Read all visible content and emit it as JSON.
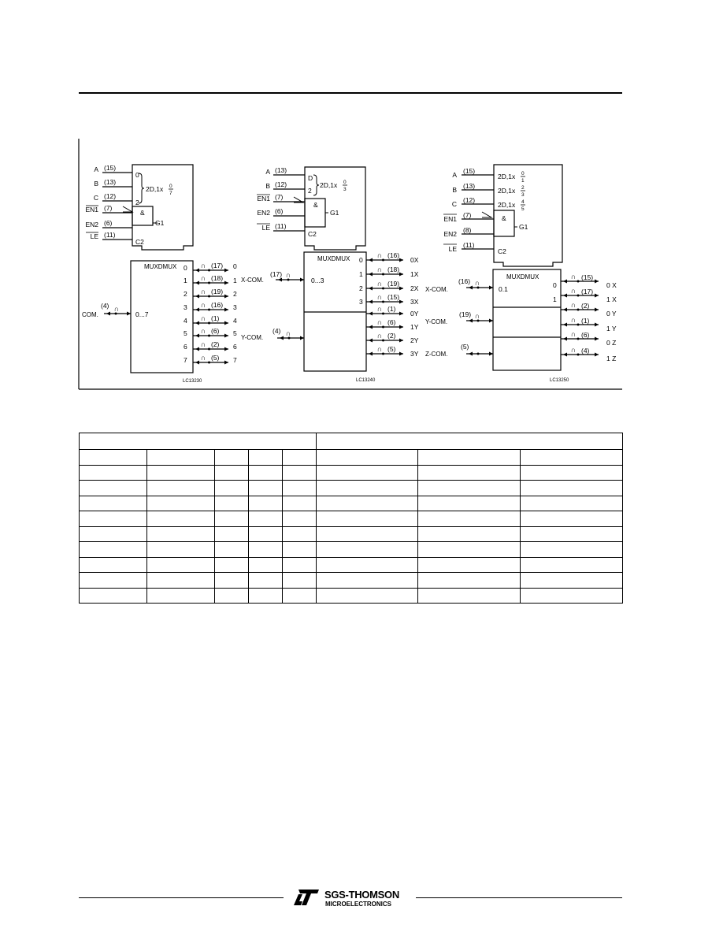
{
  "diagram1": {
    "inputs": [
      {
        "label": "A",
        "pin": "(15)"
      },
      {
        "label": "B",
        "pin": "(13)"
      },
      {
        "label": "C",
        "pin": "(12)"
      },
      {
        "label": "EN1",
        "pin": "(7)"
      },
      {
        "label": "EN2",
        "pin": "(6)"
      },
      {
        "label": "LE",
        "pin": "(11)"
      }
    ],
    "ctrl": [
      "0",
      "2",
      "2D,1x",
      "0",
      "7",
      "&",
      "G1",
      "C2"
    ],
    "mux_title": "MUXDMUX",
    "range": "0...7",
    "com_label": "COM.",
    "com_pin": "(4)",
    "outputs": [
      {
        "index": "0",
        "pin": "(17)",
        "label": "0"
      },
      {
        "index": "1",
        "pin": "(18)",
        "label": "1"
      },
      {
        "index": "2",
        "pin": "(19)",
        "label": "2"
      },
      {
        "index": "3",
        "pin": "(16)",
        "label": "3"
      },
      {
        "index": "4",
        "pin": "(1)",
        "label": "4"
      },
      {
        "index": "5",
        "pin": "(6)",
        "label": "5"
      },
      {
        "index": "6",
        "pin": "(2)",
        "label": "6"
      },
      {
        "index": "7",
        "pin": "(5)",
        "label": "7"
      }
    ],
    "ref": "LC13230"
  },
  "diagram2": {
    "inputs": [
      {
        "label": "A",
        "pin": "(13)"
      },
      {
        "label": "B",
        "pin": "(12)"
      },
      {
        "label": "EN1",
        "pin": "(7)"
      },
      {
        "label": "EN2",
        "pin": "(6)"
      },
      {
        "label": "LE",
        "pin": "(11)"
      }
    ],
    "ctrl": [
      "D",
      "2",
      "2D,1x",
      "0",
      "3",
      "&",
      "G1",
      "C2"
    ],
    "mux_title": "MUXDMUX",
    "range": "0...3",
    "x_label": "X-COM.",
    "x_pin": "(17)",
    "y_label": "Y-COM.",
    "y_pin": "(4)",
    "outputs": [
      {
        "index": "0",
        "pin": "(16)",
        "label": "0X"
      },
      {
        "index": "1",
        "pin": "(18)",
        "label": "1X"
      },
      {
        "index": "2",
        "pin": "(19)",
        "label": "2X"
      },
      {
        "index": "3",
        "pin": "(15)",
        "label": "3X"
      },
      {
        "index": "",
        "pin": "(1)",
        "label": "0Y"
      },
      {
        "index": "",
        "pin": "(6)",
        "label": "1Y"
      },
      {
        "index": "",
        "pin": "(2)",
        "label": "2Y"
      },
      {
        "index": "",
        "pin": "(5)",
        "label": "3Y"
      }
    ],
    "ref": "LC13240"
  },
  "diagram3": {
    "inputs": [
      {
        "label": "A",
        "pin": "(15)"
      },
      {
        "label": "B",
        "pin": "(13)"
      },
      {
        "label": "C",
        "pin": "(12)"
      },
      {
        "label": "EN1",
        "pin": "(7)"
      },
      {
        "label": "EN2",
        "pin": "(8)"
      },
      {
        "label": "LE",
        "pin": "(11)"
      }
    ],
    "ctrl_lines": [
      {
        "text": "2D,1x",
        "top": "0",
        "bottom": "1"
      },
      {
        "text": "2D,1x",
        "top": "2",
        "bottom": "3"
      },
      {
        "text": "2D,1x",
        "top": "4",
        "bottom": "5"
      }
    ],
    "ctrl": [
      "&",
      "G1",
      "C2"
    ],
    "mux_title": "MUXDMUX",
    "range": "0.1",
    "x_label": "X-COM.",
    "x_pin": "(16)",
    "y_label": "Y-COM.",
    "y_pin": "(19)",
    "z_label": "Z-COM.",
    "z_pin": "(5)",
    "outputs": [
      {
        "index": "0",
        "pin": "(15)",
        "label": "0 X"
      },
      {
        "index": "1",
        "pin": "(17)",
        "label": "1 X"
      },
      {
        "index": "",
        "pin": "(2)",
        "label": "0 Y"
      },
      {
        "index": "",
        "pin": "(1)",
        "label": "1 Y"
      },
      {
        "index": "",
        "pin": "(6)",
        "label": "0 Z"
      },
      {
        "index": "",
        "pin": "(4)",
        "label": "1 Z"
      }
    ],
    "ref": "LC13250"
  },
  "symbols": {
    "switch": "∩"
  },
  "footer": {
    "brand_line1": "SGS-THOMSON",
    "brand_line2": "MICROELECTRONICS"
  }
}
